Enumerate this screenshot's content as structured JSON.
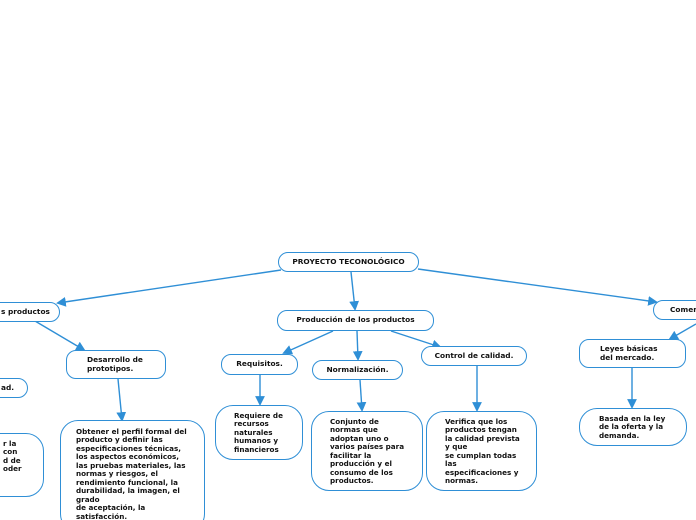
{
  "colors": {
    "accent": "#2f8fd6",
    "background": "#ffffff",
    "text": "#111111"
  },
  "root": {
    "label": "PROYECTO TECONOLÓGICO"
  },
  "branches": {
    "left": {
      "label": "s productos"
    },
    "center": {
      "label": "Producción de los productos"
    },
    "right": {
      "label": "Comerc"
    }
  },
  "left_branch": {
    "desarrollo": {
      "label": "Desarrollo de\nprototipos."
    },
    "desarrollo_detail": {
      "text": "Obtener el perfil formal del\nproducto y definir las\nespecificaciones técnicas,\nlos aspectos económicos,\nlas pruebas materiales, las\nnormas y riesgos, el\nrendimiento funcional, la\ndurabilidad, la imagen, el\ngrado\nde aceptación, la\nsatisfacción."
    },
    "partial_node": {
      "label": "ad."
    },
    "partial_detail": {
      "text": "r la\n con\nd de\noder"
    }
  },
  "center_branch": {
    "requisitos": {
      "label": "Requisitos."
    },
    "requisitos_detail": {
      "text": "Requiere de\nrecursos\nnaturales\nhumanos y\nfinancieros"
    },
    "normalizacion": {
      "label": "Normalización."
    },
    "normalizacion_detail": {
      "text": "Conjunto de\nnormas que\nadoptan uno o\nvarios países para\nfacilitar la\nproducción y el\nconsumo de los\nproductos."
    },
    "control": {
      "label": "Control de calidad."
    },
    "control_detail": {
      "text": "Verifica que los\nproductos tengan\nla calidad prevista\ny que\nse cumplan todas\nlas\nespecificaciones y\nnormas."
    }
  },
  "right_branch": {
    "leyes": {
      "label": "Leyes básicas\ndel mercado."
    },
    "leyes_detail": {
      "text": "Basada en la ley\nde la oferta y la\ndemanda."
    }
  }
}
